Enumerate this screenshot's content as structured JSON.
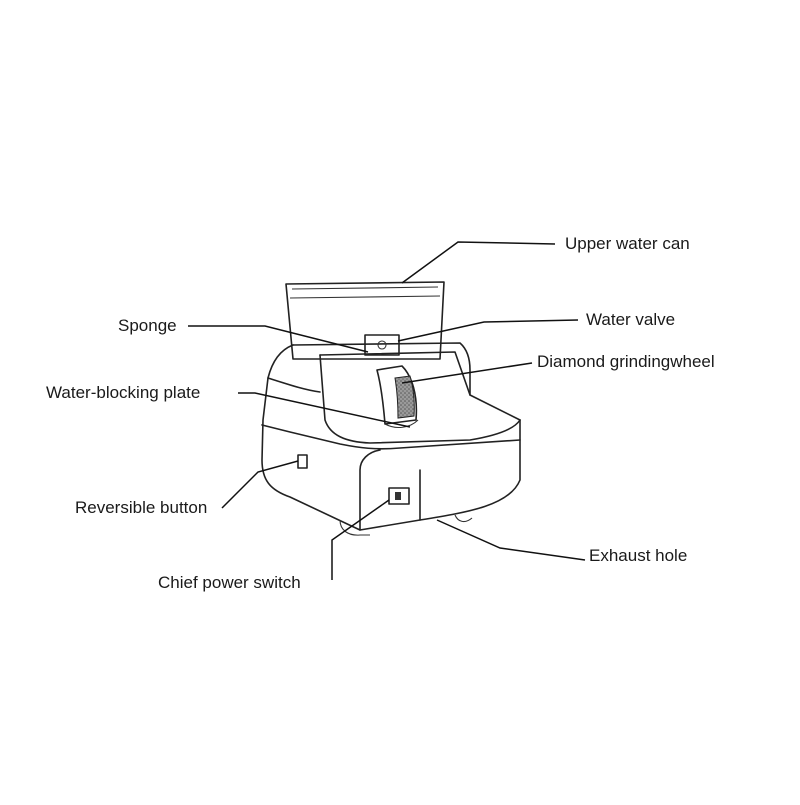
{
  "labels": {
    "upper_water_can": "Upper water can",
    "sponge": "Sponge",
    "water_valve": "Water valve",
    "diamond_grinding_wheel": "Diamond grindingwheel",
    "water_blocking_plate": "Water-blocking plate",
    "reversible_button": "Reversible button",
    "chief_power_switch": "Chief power switch",
    "exhaust_hole": "Exhaust hole"
  }
}
